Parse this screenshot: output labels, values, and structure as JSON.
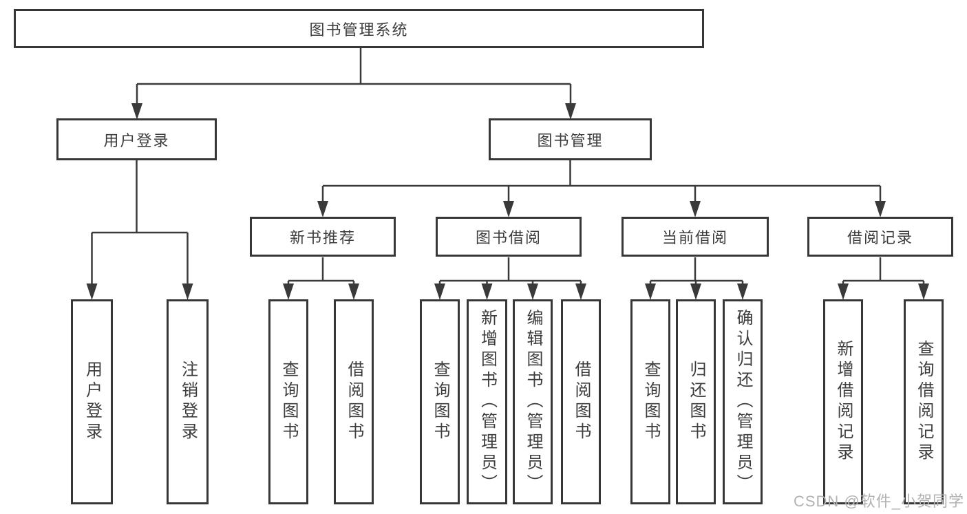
{
  "diagram": {
    "root": {
      "label": "图书管理系统"
    },
    "children": [
      {
        "label": "用户登录",
        "children": [
          {
            "label": "用户登录"
          },
          {
            "label": "注销登录"
          }
        ]
      },
      {
        "label": "图书管理",
        "children": [
          {
            "label": "新书推荐",
            "children": [
              {
                "label": "查询图书"
              },
              {
                "label": "借阅图书"
              }
            ]
          },
          {
            "label": "图书借阅",
            "children": [
              {
                "label": "查询图书"
              },
              {
                "label": "新增图书（管理员）"
              },
              {
                "label": "编辑图书（管理员）"
              },
              {
                "label": "借阅图书"
              }
            ]
          },
          {
            "label": "当前借阅",
            "children": [
              {
                "label": "查询图书"
              },
              {
                "label": "归还图书"
              },
              {
                "label": "确认归还（管理员）"
              }
            ]
          },
          {
            "label": "借阅记录",
            "children": [
              {
                "label": "新增借阅记录"
              },
              {
                "label": "查询借阅记录"
              }
            ]
          }
        ]
      }
    ]
  },
  "watermark": {
    "text": "CSDN @软件_小贺同学"
  },
  "colors": {
    "line": "#3a3a3a",
    "border": "#373737",
    "text": "#3d3d3d",
    "watermark": "#b2b2b2",
    "background": "#ffffff"
  }
}
